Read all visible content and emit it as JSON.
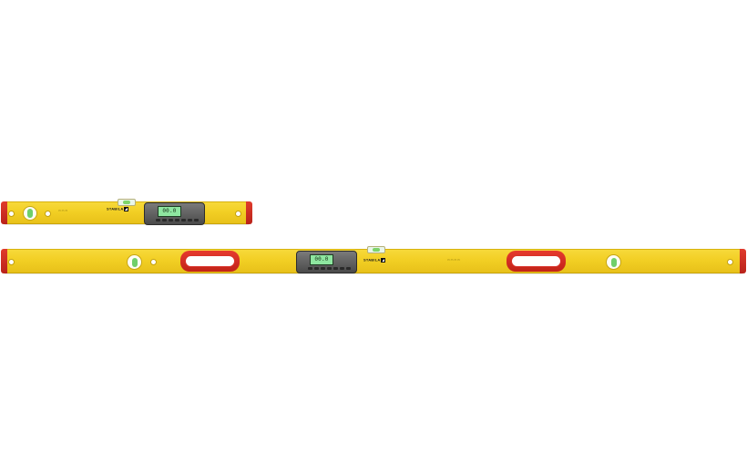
{
  "scene": {
    "background": "#ffffff",
    "body_color": "#f2cf24",
    "cap_color": "#d22d22",
    "display_color": "#5a5a5a",
    "screen_color": "#8ee6a0"
  },
  "levels": [
    {
      "name": "short digital spirit level",
      "brand": "STABILA",
      "display_reading": "00.0"
    },
    {
      "name": "long digital spirit level",
      "brand": "STABILA",
      "display_reading": "00.0"
    }
  ],
  "icons": [
    "level-vial-icon",
    "keypad-icon",
    "logo-mark-icon"
  ]
}
